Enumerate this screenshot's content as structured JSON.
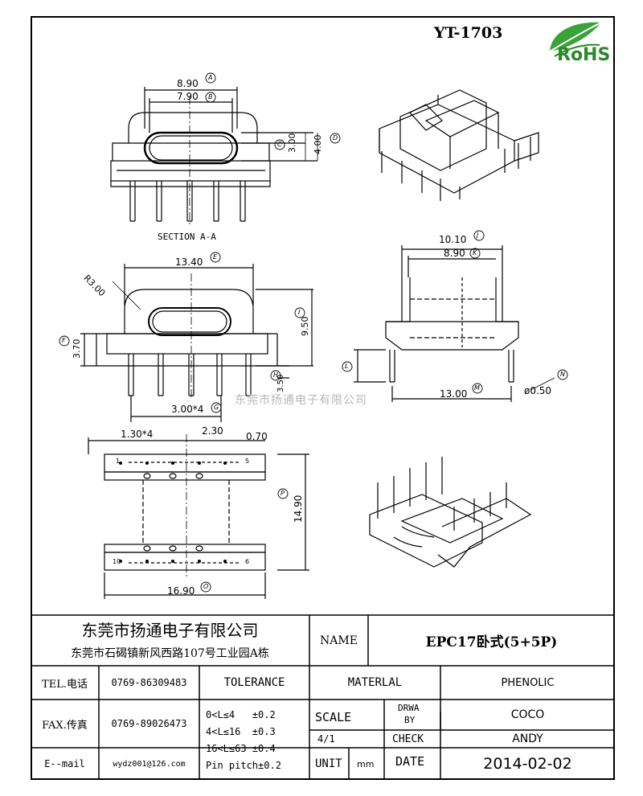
{
  "part_no": "YT-1703",
  "rohs_label": "RoHS",
  "section_label": "SECTION A-A",
  "watermark": "东莞市扬通电子有限公司",
  "dimensions": {
    "d890": "8.90",
    "d790": "7.90",
    "d300": "3.00",
    "d400": "4.00",
    "r300": "R3.00",
    "d1340": "13.40",
    "d950": "9.50",
    "d370": "3.70",
    "d350": "3.50",
    "d300x4": "3.00*4",
    "d1010": "10.10",
    "d890b": "8.90",
    "d1300": "13.00",
    "d050": "ø0.50",
    "d130x4": "1.30*4",
    "d230": "2.30",
    "d070": "0.70",
    "d1490": "14.90",
    "d1690": "16.90",
    "pin1": "1",
    "pin5": "5",
    "pin10": "10",
    "pin6": "6"
  },
  "callouts": {
    "A": "A",
    "B": "B",
    "C": "C",
    "D": "D",
    "E": "E",
    "F": "F",
    "G": "G",
    "H": "H",
    "I": "I",
    "J": "J",
    "K": "K",
    "L": "L",
    "M": "M",
    "N": "N",
    "O": "O",
    "P": "P"
  },
  "title_block": {
    "company": "东莞市扬通电子有限公司",
    "address": "东莞市石碣镇新风西路107号工业园A栋",
    "name_label": "NAME",
    "name_value": "EPC17卧式(5+5P)",
    "tel_label": "TEL.电话",
    "tel_value": "0769-86309483",
    "fax_label": "FAX.传真",
    "fax_value": "0769-89026473",
    "email_label": "E--mail",
    "email_value": "wydz001@126.com",
    "tolerance_label": "TOLERANCE",
    "tol_1": "0<L≤4   ±0.2",
    "tol_2": "4<L≤16  ±0.3",
    "tol_3": "16<L≤63 ±0.4",
    "tol_4": "Pin pitch±0.2",
    "material_label": "MATERLAL",
    "material_value": "PHENOLIC",
    "scale_label": "SCALE",
    "scale_value": "4/1",
    "drawn_label_1": "DRWA",
    "drawn_label_2": "BY",
    "drawn_value": "COCO",
    "check_label": "CHECK",
    "check_value": "ANDY",
    "unit_label": "UNIT",
    "unit_value": "mm",
    "date_label": "DATE",
    "date_value": "2014-02-02"
  }
}
